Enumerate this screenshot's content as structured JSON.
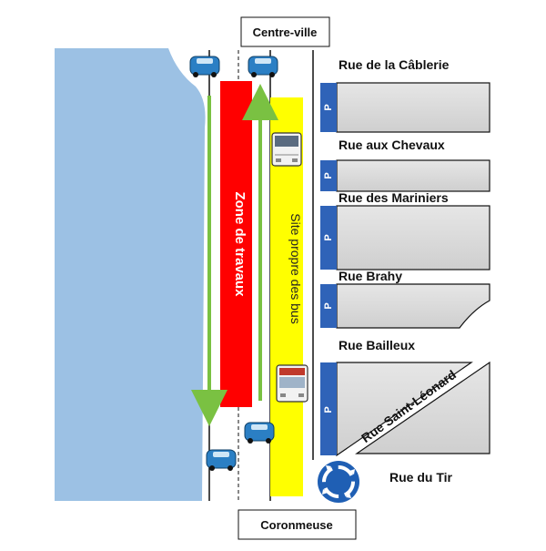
{
  "places": {
    "top": "Centre-ville",
    "bottom": "Coronmeuse"
  },
  "zones": {
    "works": "Zone de travaux",
    "bus_lane": "Site propre des bus"
  },
  "streets": [
    "Rue de la Câblerie",
    "Rue aux Chevaux",
    "Rue des Mariniers",
    "Rue Brahy",
    "Rue Bailleux",
    "Rue Saint-Léonard",
    "Rue du Tir"
  ],
  "parking": {
    "symbol": "P",
    "color": "#2f63b8"
  },
  "colors": {
    "river": "#9cc1e4",
    "works_zone": "#ff0000",
    "bus_lane": "#ffff00",
    "arrow": "#7ac142",
    "block": "#d9d9d9",
    "roundabout": "#1f5fb4"
  },
  "icons": {
    "car": "car-icon",
    "bus": "bus-icon",
    "roundabout": "roundabout-icon",
    "arrows": "direction-arrow-icon"
  }
}
